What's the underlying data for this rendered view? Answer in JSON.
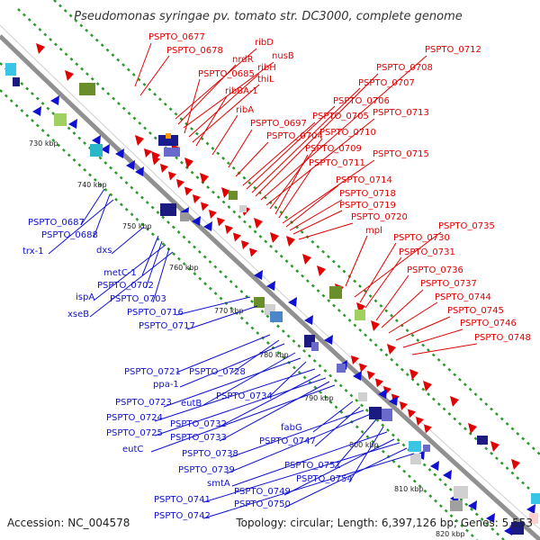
{
  "title": "Pseudomonas syringae pv. tomato str. DC3000, complete genome",
  "footer": {
    "accession": "Accession: NC_004578",
    "topology": "Topology: circular; Length: 6,397,126 bp; Genes: 5,553"
  },
  "colors": {
    "forward_label": "#e00000",
    "reverse_label": "#1010d0",
    "backbone": "#888888",
    "dotted_track": "#2a9a2a"
  },
  "kbp_ticks": [
    "730 kbp",
    "740 kbp",
    "750 kbp",
    "760 kbp",
    "770 kbp",
    "780 kbp",
    "790 kbp",
    "800 kbp",
    "810 kbp",
    "820 kbp"
  ],
  "red_labels": [
    "PSPTO_0677",
    "PSPTO_0678",
    "ribD",
    "nrdR",
    "nusB",
    "PSPTO_0685",
    "ribH",
    "thiL",
    "ribBA-1",
    "ribA",
    "PSPTO_0697",
    "PSPTO_0704",
    "PSPTO_0705",
    "PSPTO_0706",
    "PSPTO_0707",
    "PSPTO_0708",
    "PSPTO_0712",
    "PSPTO_0713",
    "PSPTO_0710",
    "PSPTO_0709",
    "PSPTO_0711",
    "PSPTO_0715",
    "PSPTO_0714",
    "PSPTO_0718",
    "PSPTO_0719",
    "PSPTO_0720",
    "mpl",
    "PSPTO_0735",
    "PSPTO_0730",
    "PSPTO_0731",
    "PSPTO_0736",
    "PSPTO_0737",
    "PSPTO_0744",
    "PSPTO_0745",
    "PSPTO_0746",
    "PSPTO_0748"
  ],
  "blue_labels": [
    "PSPTO_0687",
    "PSPTO_0688",
    "trx-1",
    "dxs",
    "metC-1",
    "PSPTO_0702",
    "ispA",
    "PSPTO_0703",
    "xseB",
    "PSPTO_0716",
    "PSPTO_0717",
    "PSPTO_0721",
    "PSPTO_0728",
    "ppa-1",
    "eutB",
    "PSPTO_0723",
    "PSPTO_0734",
    "PSPTO_0724",
    "PSPTO_0732",
    "PSPTO_0725",
    "PSPTO_0733",
    "eutC",
    "fabG",
    "PSPTO_0747",
    "PSPTO_0738",
    "PSPTO_0739",
    "PSPTO_0751",
    "PSPTO_0754",
    "smtA",
    "PSPTO_0749",
    "PSPTO_0741",
    "PSPTO_0750",
    "PSPTO_0742"
  ]
}
